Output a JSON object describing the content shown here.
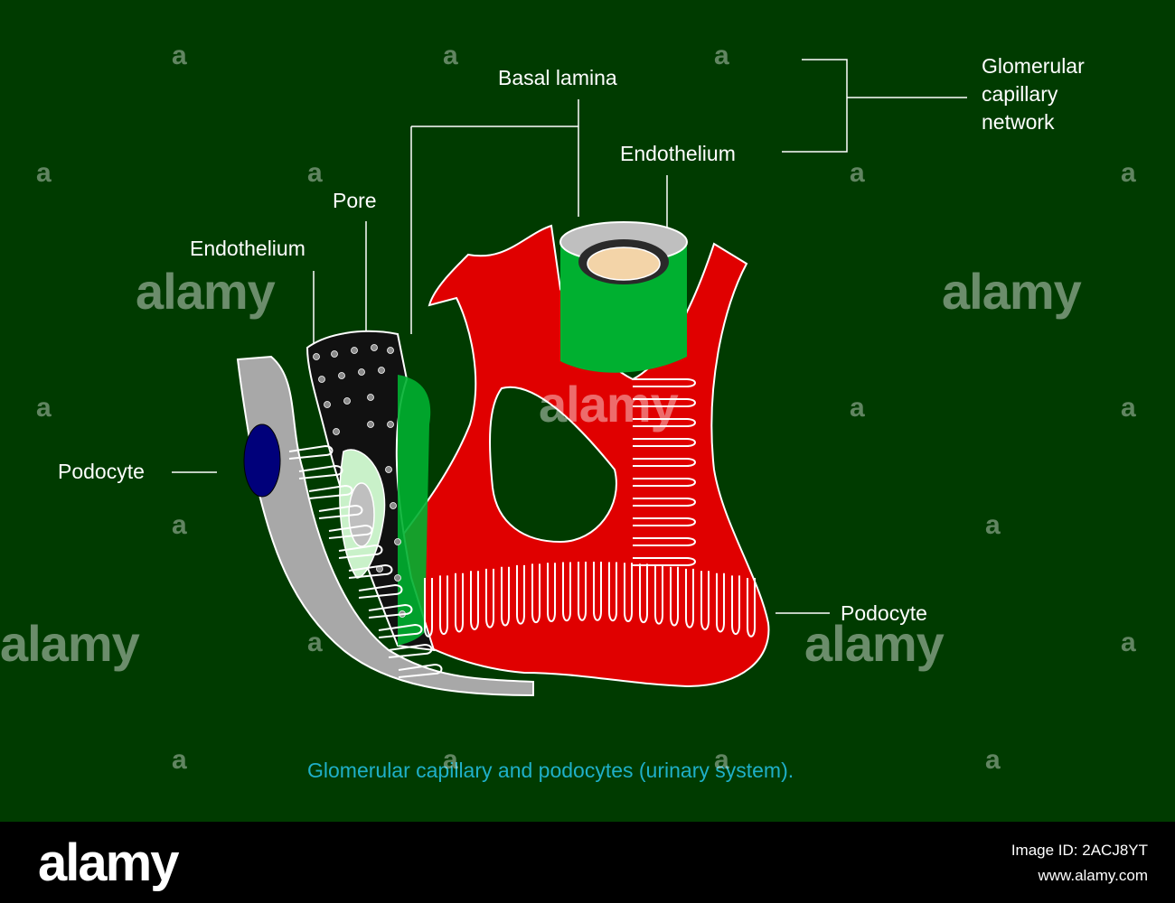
{
  "labels": {
    "basal_lamina": "Basal lamina",
    "glomerular_capillary_network": [
      "Glomerular",
      "capillary",
      "network"
    ],
    "endothelium_top": "Endothelium",
    "pore": "Pore",
    "endothelium_left": "Endothelium",
    "podocyte_left": "Podocyte",
    "podocyte_right": "Podocyte"
  },
  "caption": "Glomerular capillary and podocytes (urinary system).",
  "watermark": {
    "text": "alamy",
    "mark": "a"
  },
  "footer": {
    "brand": "alamy",
    "image_id": "Image ID: 2ACJ8YT",
    "site": "www.alamy.com"
  },
  "colors": {
    "background": "#003b00",
    "podocyte_red": "#e00000",
    "endothelium_green": "#00b030",
    "podocyte_grey": "#a8a8a8",
    "nucleus_blue": "#00007a",
    "caption_cyan": "#1fb0c8"
  }
}
